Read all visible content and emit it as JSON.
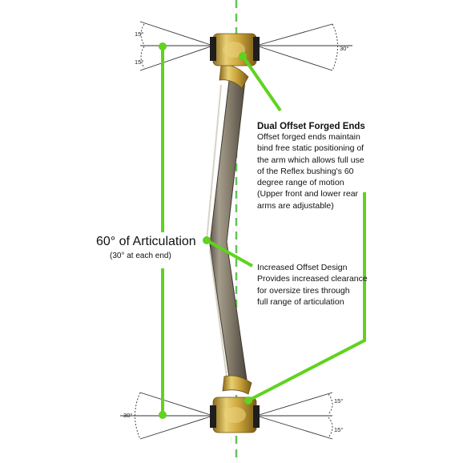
{
  "articulation": {
    "title": "60° of Articulation",
    "subtitle": "(30° at each end)"
  },
  "angles": {
    "top_left_upper": "15°",
    "top_left_lower": "15°",
    "top_right": "30°",
    "bottom_left": "30°",
    "bottom_right_upper": "15°",
    "bottom_right_lower": "15°"
  },
  "callouts": {
    "forged_ends": {
      "title": "Dual Offset Forged Ends",
      "lines": [
        "Offset forged ends maintain",
        "bind free static positioning of",
        "the arm which allows full use",
        "of the Reflex bushing's 60",
        "degree range of motion",
        "(Upper front and lower rear",
        "arms are adjustable)"
      ]
    },
    "offset_design": {
      "lines": [
        "Increased Offset Design",
        "Provides increased clearance",
        "for oversize tires through",
        "full range of articulation"
      ]
    }
  },
  "colors": {
    "leader_green": "#5fd31e",
    "centerline_green": "#63c35a",
    "brass": "#c9a43a",
    "tube": "#8a8170"
  }
}
